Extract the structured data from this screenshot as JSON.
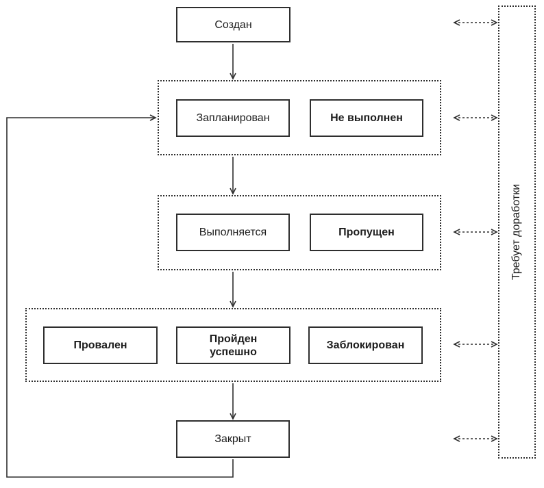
{
  "diagram": {
    "background": "#ffffff",
    "line_color": "#2e2e2e",
    "nodes": {
      "created": {
        "label": "Создан"
      },
      "closed": {
        "label": "Закрыт"
      }
    },
    "groups": [
      {
        "name": "scheduled-stage",
        "boxes": [
          {
            "label": "Запланирован",
            "bold": false
          },
          {
            "label": "Не выполнен",
            "bold": true
          }
        ]
      },
      {
        "name": "execution-stage",
        "boxes": [
          {
            "label": "Выполняется",
            "bold": false
          },
          {
            "label": "Пропущен",
            "bold": true
          }
        ]
      },
      {
        "name": "result-stage",
        "boxes": [
          {
            "label": "Провален",
            "bold": true
          },
          {
            "label": "Пройден успешно",
            "bold": true
          },
          {
            "label": "Заблокирован",
            "bold": true
          }
        ]
      }
    ],
    "side_panel": {
      "label": "Требует доработки"
    }
  }
}
